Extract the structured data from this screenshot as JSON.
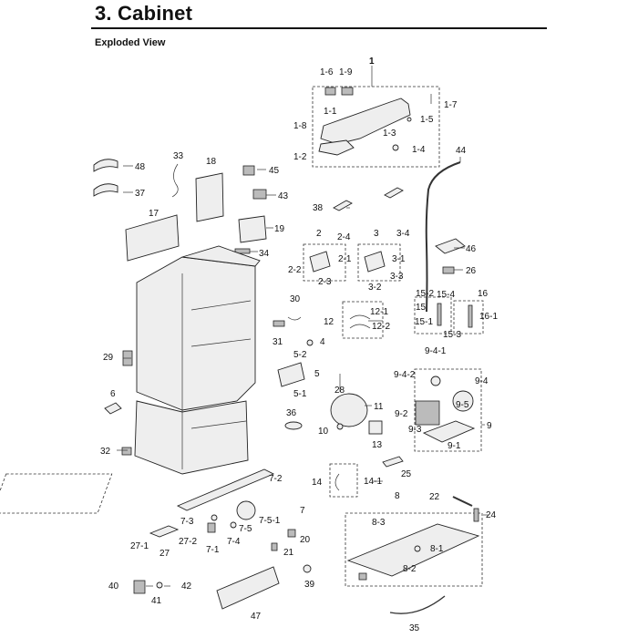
{
  "header": {
    "title": "3.  Cabinet",
    "subtitle": "Exploded View"
  },
  "callouts": [
    "1",
    "1-6",
    "1-9",
    "1-1",
    "1-5",
    "1-7",
    "1-8",
    "1-3",
    "1-2",
    "1-4",
    "44",
    "33",
    "48",
    "18",
    "45",
    "37",
    "43",
    "38",
    "19",
    "17",
    "34",
    "2",
    "2-4",
    "2-1",
    "2-2",
    "2-3",
    "3",
    "3-4",
    "3-1",
    "3-3",
    "3-2",
    "46",
    "26",
    "15-2",
    "15-4",
    "16",
    "15",
    "15-1",
    "15-3",
    "16-1",
    "30",
    "12",
    "12-1",
    "12-2",
    "31",
    "4",
    "5-2",
    "5",
    "5-1",
    "29",
    "9-4-1",
    "9-4-2",
    "9-4",
    "9-5",
    "9-2",
    "9-3",
    "9",
    "9-1",
    "28",
    "11",
    "6",
    "10",
    "13",
    "36",
    "32",
    "25",
    "14",
    "14-1",
    "7-2",
    "7",
    "22",
    "24",
    "8",
    "8-3",
    "7-3",
    "7-5",
    "7-5-1",
    "27-1",
    "27",
    "27-2",
    "7-1",
    "7-4",
    "20",
    "21",
    "8-1",
    "8-2",
    "40",
    "42",
    "41",
    "39",
    "47",
    "35"
  ]
}
